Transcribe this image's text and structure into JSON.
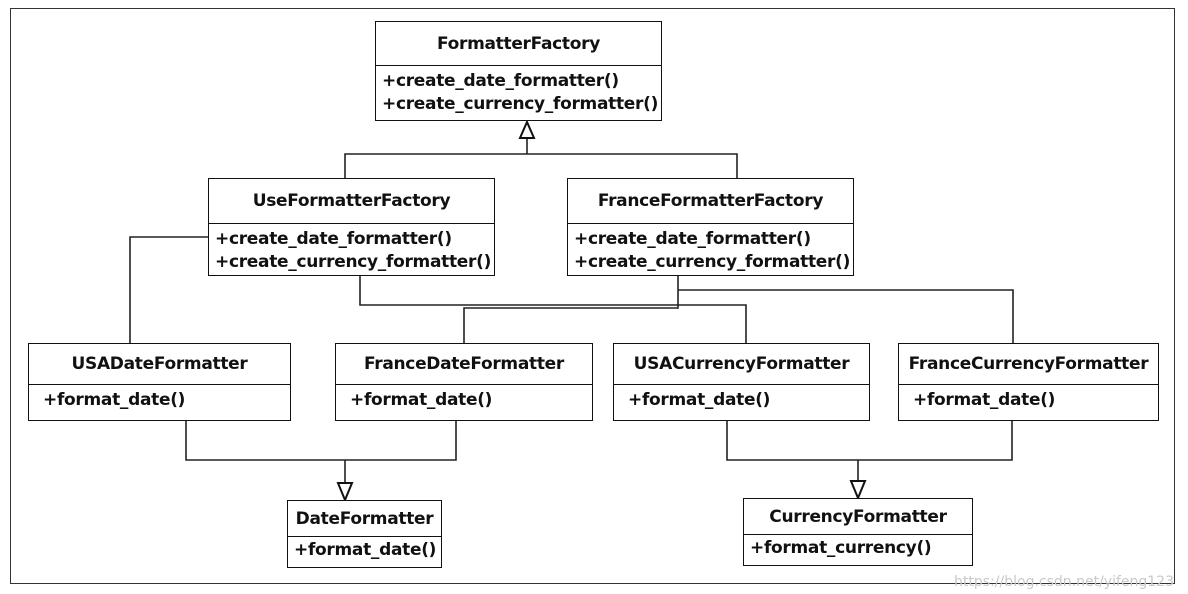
{
  "classes": {
    "formatter_factory": {
      "name": "FormatterFactory",
      "ops": [
        "+create_date_formatter()",
        "+create_currency_formatter()"
      ]
    },
    "use_formatter_factory": {
      "name": "UseFormatterFactory",
      "ops": [
        "+create_date_formatter()",
        "+create_currency_formatter()"
      ]
    },
    "france_formatter_factory": {
      "name": "FranceFormatterFactory",
      "ops": [
        "+create_date_formatter()",
        "+create_currency_formatter()"
      ]
    },
    "usa_date_formatter": {
      "name": "USADateFormatter",
      "ops": [
        "+format_date()"
      ]
    },
    "france_date_formatter": {
      "name": "FranceDateFormatter",
      "ops": [
        "+format_date()"
      ]
    },
    "usa_currency_formatter": {
      "name": "USACurrencyFormatter",
      "ops": [
        "+format_date()"
      ]
    },
    "france_currency_formatter": {
      "name": "FranceCurrencyFormatter",
      "ops": [
        "+format_date()"
      ]
    },
    "date_formatter": {
      "name": "DateFormatter",
      "ops": [
        "+format_date()"
      ]
    },
    "currency_formatter": {
      "name": "CurrencyFormatter",
      "ops": [
        "+format_currency()"
      ]
    }
  },
  "watermark": "https://blog.csdn.net/yifeng123"
}
